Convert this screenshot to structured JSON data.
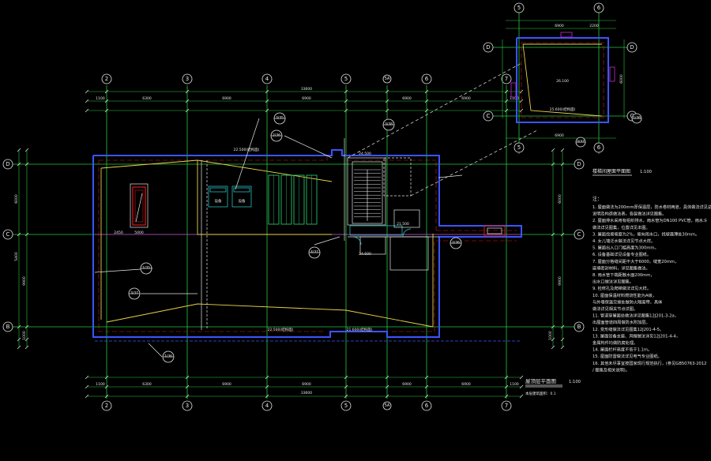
{
  "plan": {
    "title": "屋顶层平面图",
    "scale": "1:100",
    "subtitle": "本层建筑面积：0.1"
  },
  "detail": {
    "title": "楼梯间屋面平面图",
    "scale": "1:100"
  },
  "grid_labels": {
    "top": [
      "2",
      "3",
      "4",
      "5",
      "6",
      "7"
    ],
    "top_mid": "5A",
    "left": [
      "D",
      "C",
      "B"
    ],
    "right": [
      "D",
      "C",
      "B"
    ],
    "detail_top": [
      "5",
      "6"
    ],
    "detail_side": [
      "D",
      "C"
    ]
  },
  "dimensions": {
    "top_total": "33600",
    "bottom_total": "33600",
    "bays": [
      "6300",
      "6900",
      "6900",
      "6900",
      "6900"
    ],
    "left_offset": "1100",
    "right_offset": "1100",
    "left_side": [
      "6000",
      "5400",
      "9900",
      "1000"
    ],
    "right_side": [
      "6000",
      "9900",
      "1000"
    ],
    "inner_left": [
      "2450",
      "5000"
    ],
    "detail_top": [
      "6900",
      "2200"
    ],
    "detail_side": "6000"
  },
  "elevations": {
    "roof_top": "22.500(结构面)",
    "roof_bottom": "22.500(结构面)",
    "stair_a": "24.500",
    "stair_b": "24.600",
    "stair_c": "21.500",
    "detail_a": "26.100",
    "detail_b": "25.600(结构面)",
    "low_point": "21.600(结构面)"
  },
  "callouts": [
    "3/35",
    "2/36",
    "1/35",
    "3/37",
    "1/36",
    "4/37",
    "3/38",
    "2/36",
    "3/37",
    "1/36"
  ],
  "notes_heading": "注：",
  "notes": [
    "1. 屋面做法为200mm厚保温层，防水卷材两道，具体做法详见总",
    "说明及构造做法表，各层做法详见图集。",
    "2. 屋面排水采用有组织排水，雨水管为DN100 PVC管，雨水斗",
    "做法详见图集，位置详见本图。",
    "3. 屋面找坡坡度为2%，坡向雨水口，找坡最薄处30mm。",
    "4. 女儿墙泛水做法详见节点大样。",
    "5. 屋面出入口门槛高度为300mm。",
    "6. 设备基础详见设备专业图纸。",
    "7. 屋面分格缝间距不大于6000，缝宽20mm，",
    "嵌填密封材料，详见图集做法。",
    "8. 雨水管下端距散水面200mm，",
    "出水口做法详见图集。",
    "9. 检修孔及爬梯做法详见大样。",
    "10. 屋面保温材料燃烧性能为A级，",
    "与外墙保温交接处做防火隔离带，具体",
    "做法详见相关节点详图。",
    "11. 管道穿屋面处做法详见图集12J201-3-2a，",
    "出屋面管道四周做防水附加层。",
    "12. 变形缝做法详见图集12J201-4-5。",
    "13. 屋面设备支座、风帽做法详见12J201-4-4，",
    "金属构件均做防腐处理。",
    "14. 屋面栏杆高度不低于1.1m。",
    "15. 屋面防雷做法详见电气专业图纸。",
    "16. 其他未尽事宜按国家现行规范执行，(参见GB50763-2012",
    "/ 图集及相关说明)。"
  ],
  "room_labels": [
    "设备",
    "设备"
  ]
}
